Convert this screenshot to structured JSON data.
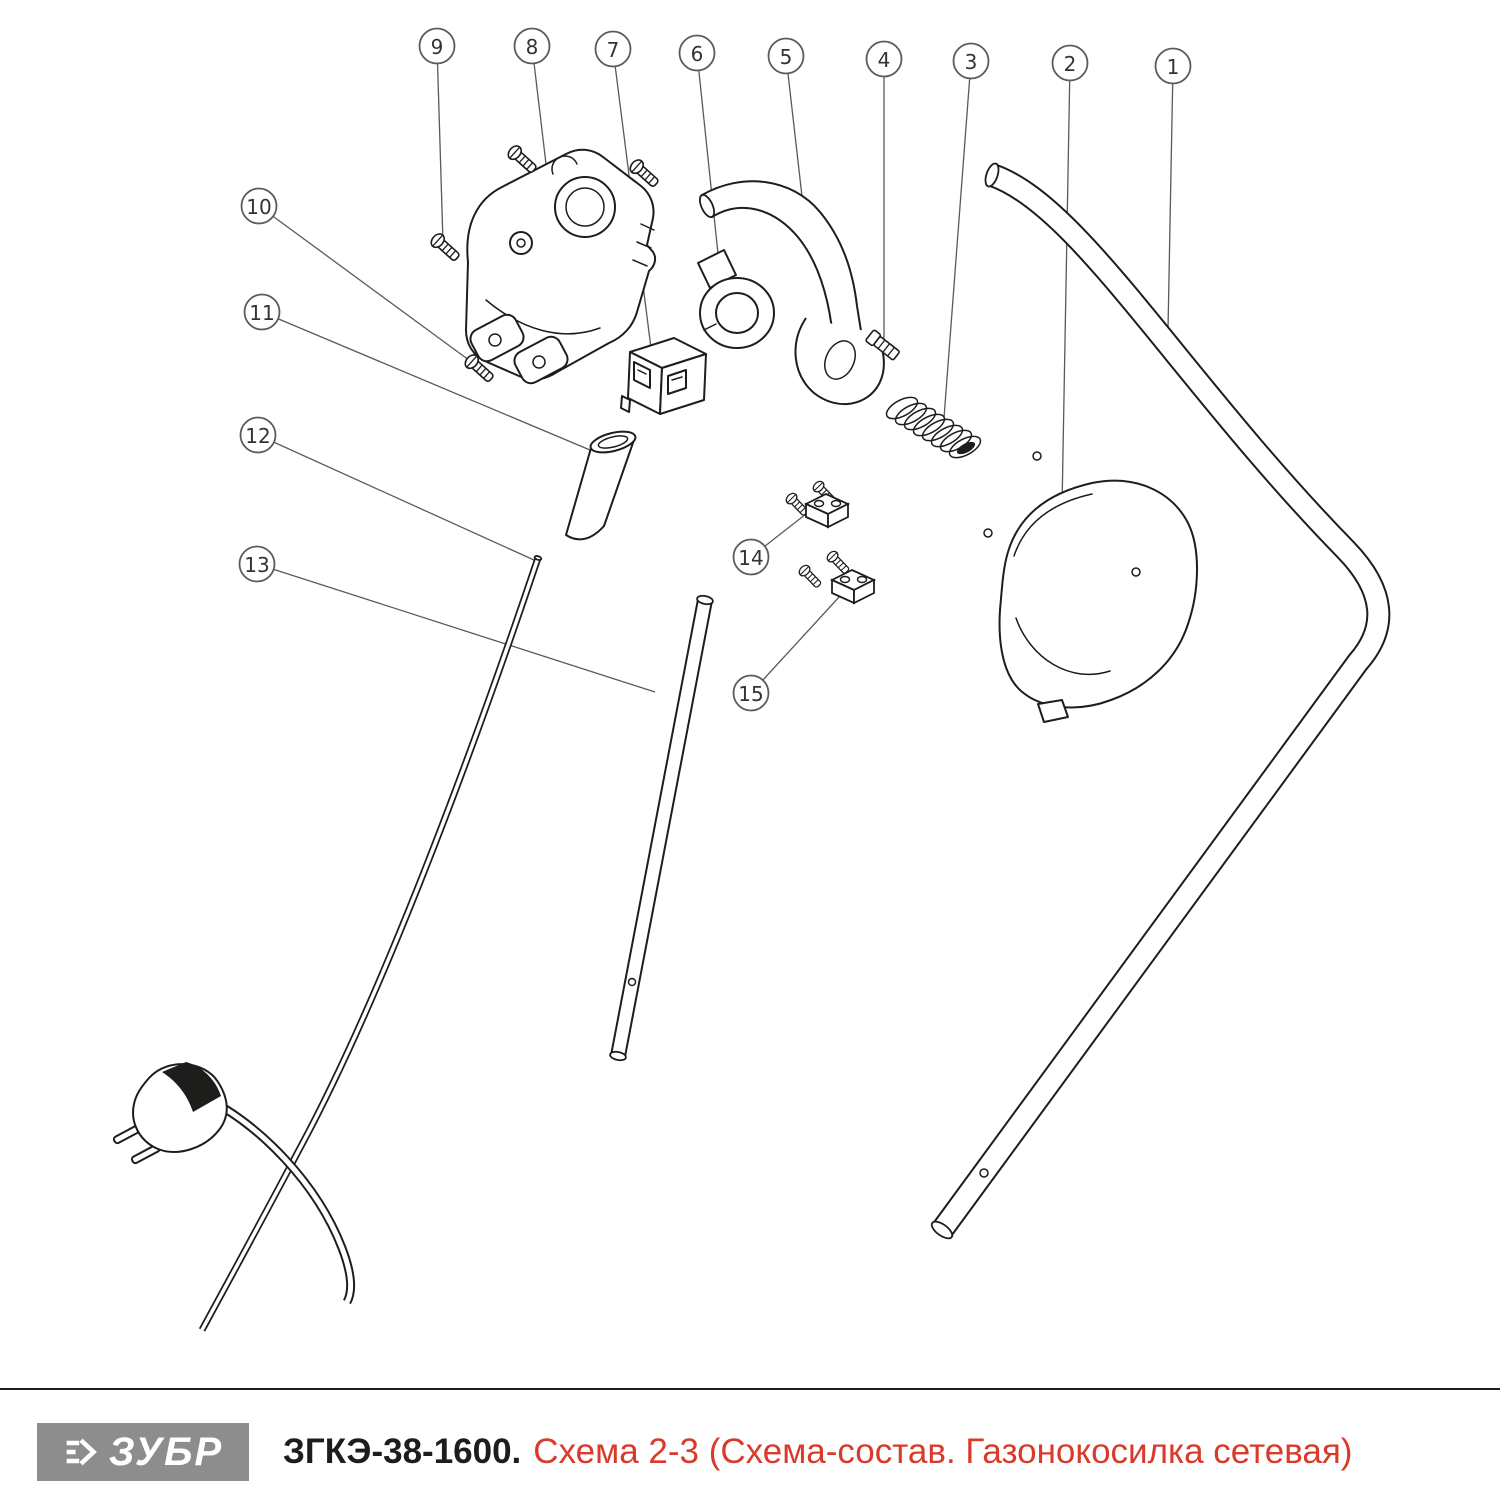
{
  "diagram": {
    "callouts": [
      {
        "label": "1"
      },
      {
        "label": "2"
      },
      {
        "label": "3"
      },
      {
        "label": "4"
      },
      {
        "label": "5"
      },
      {
        "label": "6"
      },
      {
        "label": "7"
      },
      {
        "label": "8"
      },
      {
        "label": "9"
      },
      {
        "label": "10"
      },
      {
        "label": "11"
      },
      {
        "label": "12"
      },
      {
        "label": "13"
      },
      {
        "label": "14"
      },
      {
        "label": "15"
      }
    ]
  },
  "footer": {
    "brand": "ЗУБР",
    "model": "ЗГКЭ-38-1600.",
    "subtitle": "Схема 2-3 (Схема-состав. Газонокосилка сетевая)"
  },
  "colors": {
    "line": "#1d1d1b",
    "leader": "#5a5a5a",
    "callout_stroke": "#5a5a5a",
    "callout_text": "#333333",
    "logo_bg": "#8d8d8d",
    "logo_text": "#ffffff",
    "accent_red": "#d93a2b",
    "text_black": "#1d1d1b",
    "background": "#ffffff"
  }
}
